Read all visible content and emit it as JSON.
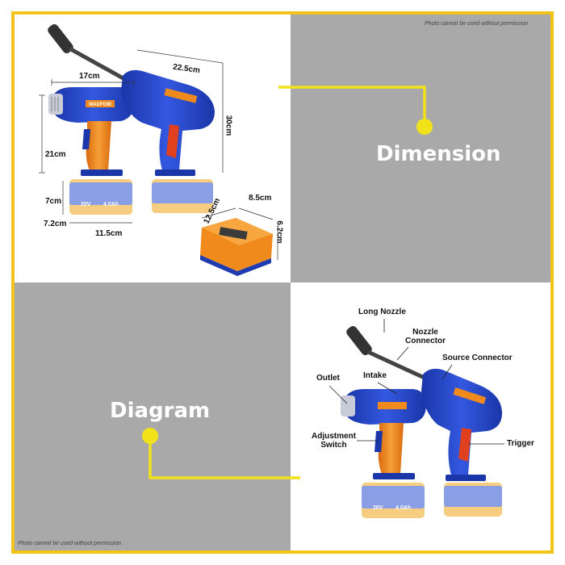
{
  "notice_top": "Photo cannot be used without permission",
  "notice_bottom": "Photo cannot be used without permission",
  "section_dimension": "Dimension",
  "section_diagram": "Diagram",
  "dimensions": {
    "blower_width": "17cm",
    "blower_height": "21cm",
    "battery_height": "7cm",
    "battery_depth": "7.2cm",
    "battery_width": "11.5cm",
    "gun_length": "22.5cm",
    "gun_height": "30cm",
    "charger_length": "12.5cm",
    "charger_width": "8.5cm",
    "charger_height": "6.2cm"
  },
  "parts": {
    "long_nozzle": "Long Nozzle",
    "nozzle_connector_line1": "Nozzle",
    "nozzle_connector_line2": "Connector",
    "source_connector": "Source Connector",
    "outlet": "Outlet",
    "intake": "Intake",
    "adjustment_line1": "Adjustment",
    "adjustment_line2": "Switch",
    "trigger": "Trigger"
  },
  "brand": "WADFOW",
  "battery_label": "20V 4.0Ah",
  "colors": {
    "accent_yellow": "#f2c418",
    "tool_blue": "#2446c8",
    "tool_orange": "#f08a1c",
    "grey_panel": "#a9a9a9"
  }
}
